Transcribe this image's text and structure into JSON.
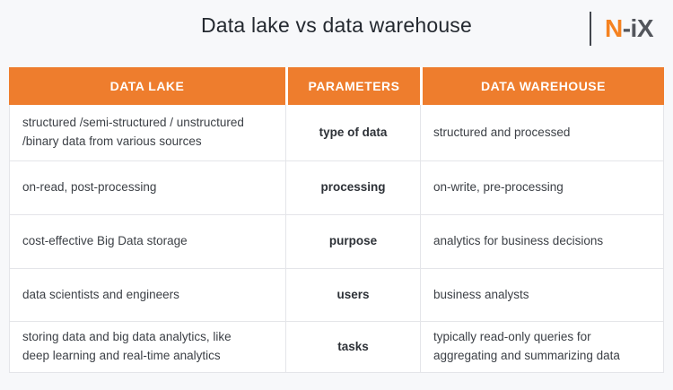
{
  "page": {
    "title": "Data lake vs data warehouse",
    "background": "#F7F8FA"
  },
  "logo": {
    "accent": "N",
    "rest": "-iX",
    "accent_color": "#F58220",
    "text_color": "#53565C"
  },
  "colors": {
    "header_bg": "#EE7D2D",
    "header_text": "#FFFFFF",
    "body_text": "#3C4046",
    "border": "#E4E5E9"
  },
  "table": {
    "headers": [
      "DATA LAKE",
      "PARAMETERS",
      "DATA WAREHOUSE"
    ],
    "rows": [
      {
        "data_lake": "structured /semi-structured / unstructured\n/binary data from various sources",
        "parameter": "type of data",
        "data_warehouse": "structured and processed"
      },
      {
        "data_lake": "on-read, post-processing",
        "parameter": "processing",
        "data_warehouse": "on-write, pre-processing"
      },
      {
        "data_lake": "cost-effective Big Data storage",
        "parameter": "purpose",
        "data_warehouse": "analytics for business decisions"
      },
      {
        "data_lake": "data scientists and engineers",
        "parameter": "users",
        "data_warehouse": "business analysts"
      },
      {
        "data_lake": "storing data and big data analytics, like\ndeep learning and real-time analytics",
        "parameter": "tasks",
        "data_warehouse": "typically read-only queries for\naggregating and summarizing data"
      }
    ]
  },
  "chart_data": {
    "type": "table",
    "title": "Data lake vs data warehouse",
    "columns": [
      "DATA LAKE",
      "PARAMETERS",
      "DATA WAREHOUSE"
    ],
    "rows": [
      [
        "structured /semi-structured / unstructured /binary data from various sources",
        "type of data",
        "structured and processed"
      ],
      [
        "on-read, post-processing",
        "processing",
        "on-write, pre-processing"
      ],
      [
        "cost-effective Big Data storage",
        "purpose",
        "analytics for business decisions"
      ],
      [
        "data scientists and engineers",
        "users",
        "business analysts"
      ],
      [
        "storing data and big data analytics, like deep learning and real-time analytics",
        "tasks",
        "typically read-only queries for aggregating and summarizing data"
      ]
    ]
  }
}
